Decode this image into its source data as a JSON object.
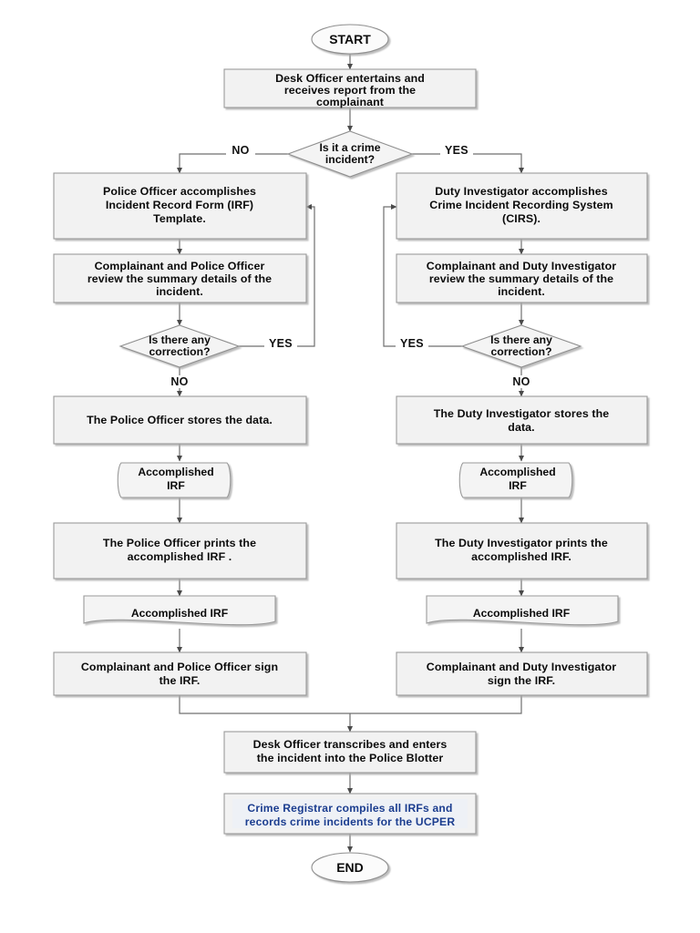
{
  "diagram": {
    "title": "Police Incident Reporting Flowchart",
    "background_color": "#ffffff",
    "node_fill": "#f2f2f2",
    "node_stroke": "#9a9a9a",
    "connector_color": "#6f6f6f",
    "highlight_text_color": "#1b3d8f"
  },
  "nodes": {
    "start": {
      "label": "START",
      "shape": "terminator"
    },
    "desk_officer_receive": {
      "line1": "Desk Officer entertains  and",
      "line2": "receives report from the",
      "line3": "complainant",
      "shape": "process"
    },
    "crime_decision": {
      "line1": "Is it a crime",
      "line2": "incident?",
      "shape": "decision"
    },
    "police_officer_irf": {
      "line1": "Police Officer accomplishes",
      "line2": "Incident Record Form (IRF)",
      "line3": "Template.",
      "shape": "process"
    },
    "duty_investigator_cirs": {
      "line1": "Duty Investigator accomplishes",
      "line2": "Crime Incident Recording System",
      "line3": "(CIRS).",
      "shape": "process"
    },
    "review_left": {
      "line1": "Complainant and Police Officer",
      "line2": "review the summary details of the",
      "line3": "incident.",
      "shape": "process"
    },
    "review_right": {
      "line1": "Complainant and Duty Investigator",
      "line2": "review the summary details of the",
      "line3": "incident.",
      "shape": "process"
    },
    "correction_left": {
      "line1": "Is there any",
      "line2": "correction?",
      "shape": "decision"
    },
    "correction_right": {
      "line1": "Is there any",
      "line2": "correction?",
      "shape": "decision"
    },
    "store_left": {
      "line1": "The Police Officer stores the data.",
      "line2": "",
      "shape": "process"
    },
    "store_right": {
      "line1": "The Duty Investigator stores the",
      "line2": "data.",
      "shape": "process"
    },
    "doc_left_1": {
      "line1": "Accomplished",
      "line2": "IRF",
      "shape": "document"
    },
    "doc_right_1": {
      "line1": "Accomplished",
      "line2": "IRF",
      "shape": "document"
    },
    "print_left": {
      "line1": "The Police Officer prints the",
      "line2": "accomplished IRF .",
      "shape": "process"
    },
    "print_right": {
      "line1": "The Duty Investigator prints the",
      "line2": "accomplished IRF.",
      "shape": "process"
    },
    "doc_left_2": {
      "line1": "Accomplished IRF",
      "shape": "document"
    },
    "doc_right_2": {
      "line1": "Accomplished IRF",
      "shape": "document"
    },
    "sign_left": {
      "line1": "Complainant and Police Officer sign",
      "line2": "the IRF.",
      "shape": "process"
    },
    "sign_right": {
      "line1": "Complainant and Duty Investigator",
      "line2": "sign the IRF.",
      "shape": "process"
    },
    "blotter": {
      "line1": "Desk Officer transcribes and enters",
      "line2": "the incident into the Police Blotter",
      "shape": "process"
    },
    "registrar": {
      "line1": "Crime Registrar compiles all IRFs and",
      "line2": "records crime incidents for the UCPER",
      "shape": "process"
    },
    "end": {
      "label": "END",
      "shape": "terminator"
    }
  },
  "edge_labels": {
    "crime_no": "NO",
    "crime_yes": "YES",
    "correction_left_yes": "YES",
    "correction_left_no": "NO",
    "correction_right_yes": "YES",
    "correction_right_no": "NO"
  }
}
